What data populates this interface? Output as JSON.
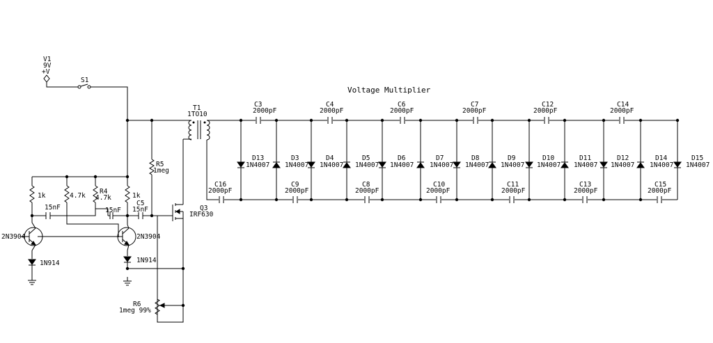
{
  "title": "Voltage Multiplier",
  "source": {
    "name": "V1",
    "value": "9V",
    "polarity": "+V"
  },
  "switch": {
    "name": "S1"
  },
  "transformer": {
    "name": "T1",
    "value": "1TO10"
  },
  "mosfet": {
    "name": "Q3",
    "value": "IRF630"
  },
  "resistors": [
    {
      "name": "",
      "value": "1k"
    },
    {
      "name": "",
      "value": "4.7k"
    },
    {
      "name": "R4",
      "value": "4.7k"
    },
    {
      "name": "",
      "value": "1k"
    },
    {
      "name": "R5",
      "value": "1meg"
    },
    {
      "name": "R6",
      "value": "1meg 99%"
    }
  ],
  "timing_caps": [
    {
      "name": "",
      "value": "15nF"
    },
    {
      "name": "",
      "value": "15nF"
    },
    {
      "name": "C5",
      "value": "15nF"
    }
  ],
  "transistors": [
    {
      "value": "2N3904"
    },
    {
      "value": "2N3904"
    }
  ],
  "small_diodes": [
    {
      "value": "1N914"
    },
    {
      "value": "1N914"
    }
  ],
  "mult_caps_top": [
    {
      "name": "C3",
      "value": "2000pF"
    },
    {
      "name": "C4",
      "value": "2000pF"
    },
    {
      "name": "C6",
      "value": "2000pF"
    },
    {
      "name": "C7",
      "value": "2000pF"
    },
    {
      "name": "C12",
      "value": "2000pF"
    },
    {
      "name": "C14",
      "value": "2000pF"
    }
  ],
  "mult_caps_bottom": [
    {
      "name": "C16",
      "value": "2000pF"
    },
    {
      "name": "C9",
      "value": "2000pF"
    },
    {
      "name": "C8",
      "value": "2000pF"
    },
    {
      "name": "C10",
      "value": "2000pF"
    },
    {
      "name": "C11",
      "value": "2000pF"
    },
    {
      "name": "C13",
      "value": "2000pF"
    },
    {
      "name": "C15",
      "value": "2000pF"
    }
  ],
  "mult_diodes": [
    {
      "name": "D13",
      "value": "1N4007"
    },
    {
      "name": "D3",
      "value": "1N4007"
    },
    {
      "name": "D4",
      "value": "1N4007"
    },
    {
      "name": "D5",
      "value": "1N4007"
    },
    {
      "name": "D6",
      "value": "1N4007"
    },
    {
      "name": "D7",
      "value": "1N4007"
    },
    {
      "name": "D8",
      "value": "1N4007"
    },
    {
      "name": "D9",
      "value": "1N4007"
    },
    {
      "name": "D10",
      "value": "1N4007"
    },
    {
      "name": "D11",
      "value": "1N4007"
    },
    {
      "name": "D12",
      "value": "1N4007"
    },
    {
      "name": "D14",
      "value": "1N4007"
    },
    {
      "name": "D15",
      "value": "1N4007"
    }
  ]
}
